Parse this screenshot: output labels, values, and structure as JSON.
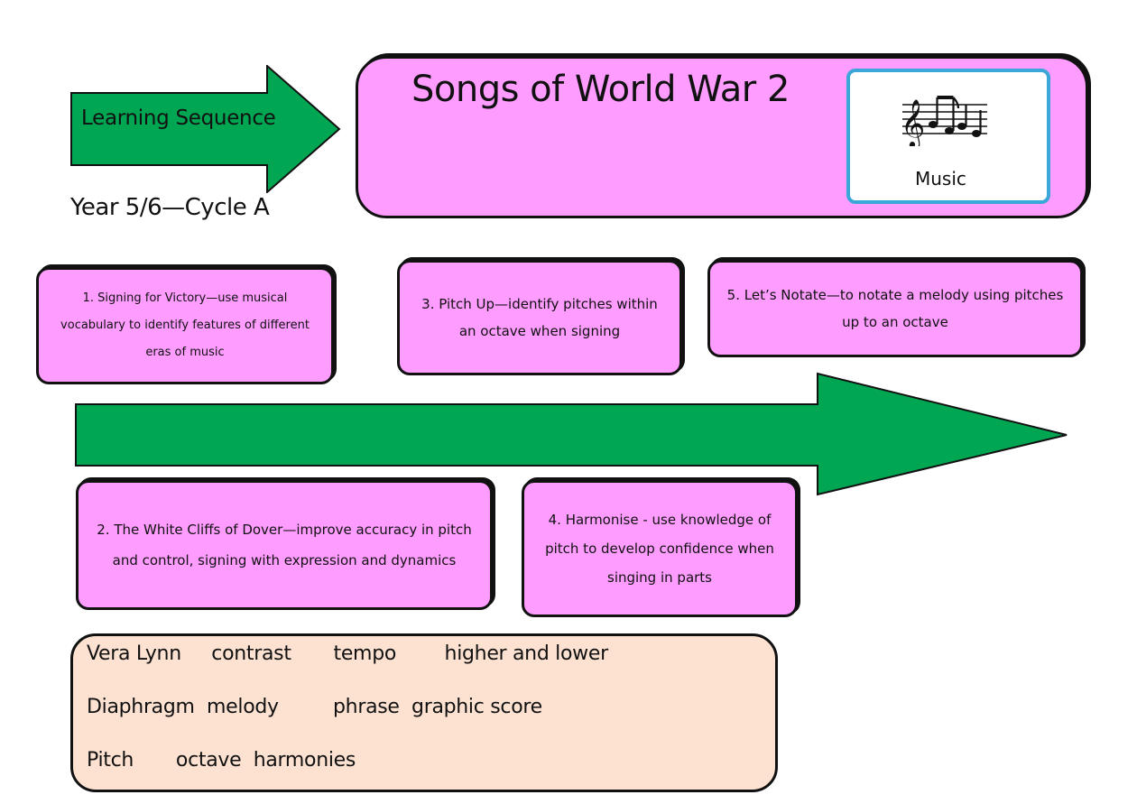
{
  "header": {
    "sequence_label": "Learning Sequence",
    "year_label": "Year 5/6—Cycle A",
    "title": "Songs of World War 2",
    "subject_label": "Music",
    "subject_icon": "music-notes-icon"
  },
  "steps": [
    {
      "number": 1,
      "text": "1. Signing for Victory—use musical vocabulary to identify features of different eras of music"
    },
    {
      "number": 2,
      "text": "2. The White Cliffs of Dover—improve accuracy in pitch and control, signing with expression and dynamics"
    },
    {
      "number": 3,
      "text": "3. Pitch Up—identify pitches within an octave when signing"
    },
    {
      "number": 4,
      "text": "4. Harmonise  - use knowledge of pitch to develop confidence when singing in parts"
    },
    {
      "number": 5,
      "text": "5. Let’s Notate—to notate a melody using pitches up to an octave"
    }
  ],
  "vocabulary": {
    "rows": [
      "Vera Lynn     contrast       tempo        higher and lower",
      "Diaphragm  melody         phrase  graphic score",
      "Pitch       octave  harmonies"
    ]
  },
  "colors": {
    "arrow_green": "#00a651",
    "box_pink": "#ff9cff",
    "vocab_peach": "#fde2d2",
    "card_border_blue": "#3aa7d8"
  }
}
